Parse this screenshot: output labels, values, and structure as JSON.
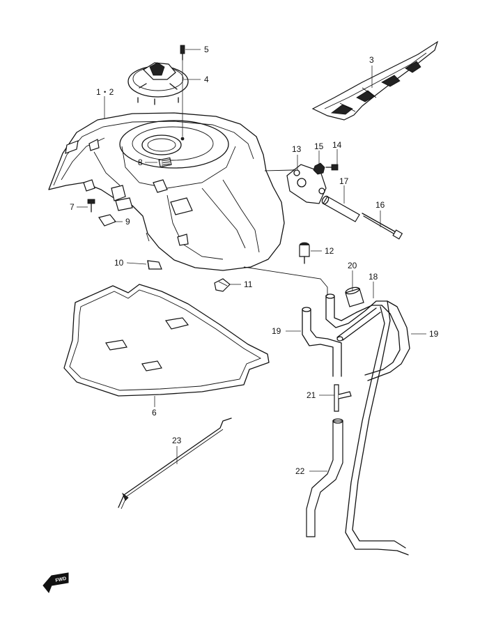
{
  "callouts": [
    {
      "id": "c1",
      "text": "1・2"
    },
    {
      "id": "c3",
      "text": "3"
    },
    {
      "id": "c4",
      "text": "4"
    },
    {
      "id": "c5",
      "text": "5"
    },
    {
      "id": "c6",
      "text": "6"
    },
    {
      "id": "c7",
      "text": "7"
    },
    {
      "id": "c8",
      "text": "8"
    },
    {
      "id": "c9",
      "text": "9"
    },
    {
      "id": "c10",
      "text": "10"
    },
    {
      "id": "c11",
      "text": "11"
    },
    {
      "id": "c12",
      "text": "12"
    },
    {
      "id": "c13",
      "text": "13"
    },
    {
      "id": "c14",
      "text": "14"
    },
    {
      "id": "c15",
      "text": "15"
    },
    {
      "id": "c16",
      "text": "16"
    },
    {
      "id": "c17",
      "text": "17"
    },
    {
      "id": "c18",
      "text": "18"
    },
    {
      "id": "c19a",
      "text": "19"
    },
    {
      "id": "c19b",
      "text": "19"
    },
    {
      "id": "c20",
      "text": "20"
    },
    {
      "id": "c21",
      "text": "21"
    },
    {
      "id": "c22",
      "text": "22"
    },
    {
      "id": "c23",
      "text": "23"
    }
  ],
  "direction_badge": {
    "text": "FWD",
    "icon": "fwd-arrow-icon"
  }
}
